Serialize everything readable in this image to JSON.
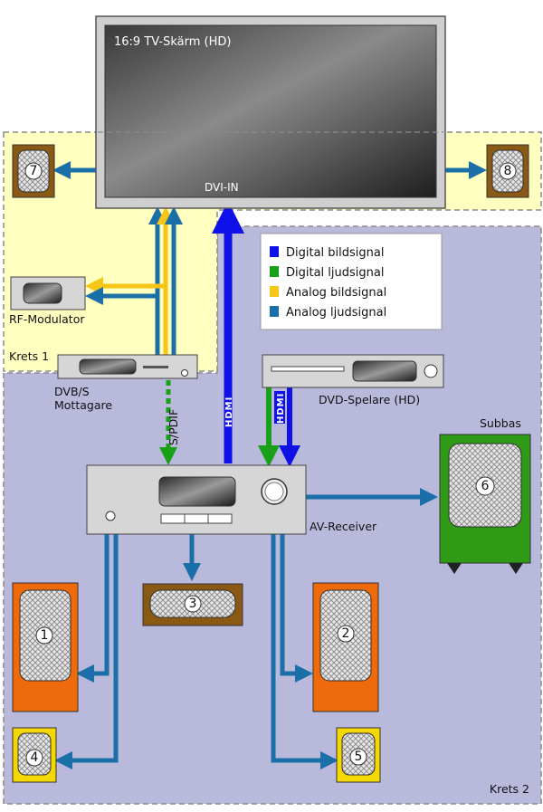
{
  "tv": {
    "title": "16:9 TV-Skärm (HD)",
    "input_label": "DVI-IN"
  },
  "zones": {
    "krets1": "Krets 1",
    "krets2": "Krets 2"
  },
  "legend": [
    {
      "label": "Digital bildsignal",
      "color": "#1010e8"
    },
    {
      "label": "Digital ljudsignal",
      "color": "#18a018"
    },
    {
      "label": "Analog bildsignal",
      "color": "#f5c518"
    },
    {
      "label": "Analog ljudsignal",
      "color": "#1a6fa8"
    }
  ],
  "devices": {
    "rf_modulator": "RF-Modulator",
    "dvbs_line1": "DVB/S",
    "dvbs_line2": "Mottagare",
    "dvd": "DVD-Spelare (HD)",
    "av_receiver": "AV-Receiver",
    "subwoofer": "Subbas"
  },
  "cables": {
    "spdif": "S/PDIF",
    "hdmi": "HDMI"
  },
  "speakers": [
    "1",
    "2",
    "3",
    "4",
    "5",
    "6",
    "7",
    "8"
  ]
}
